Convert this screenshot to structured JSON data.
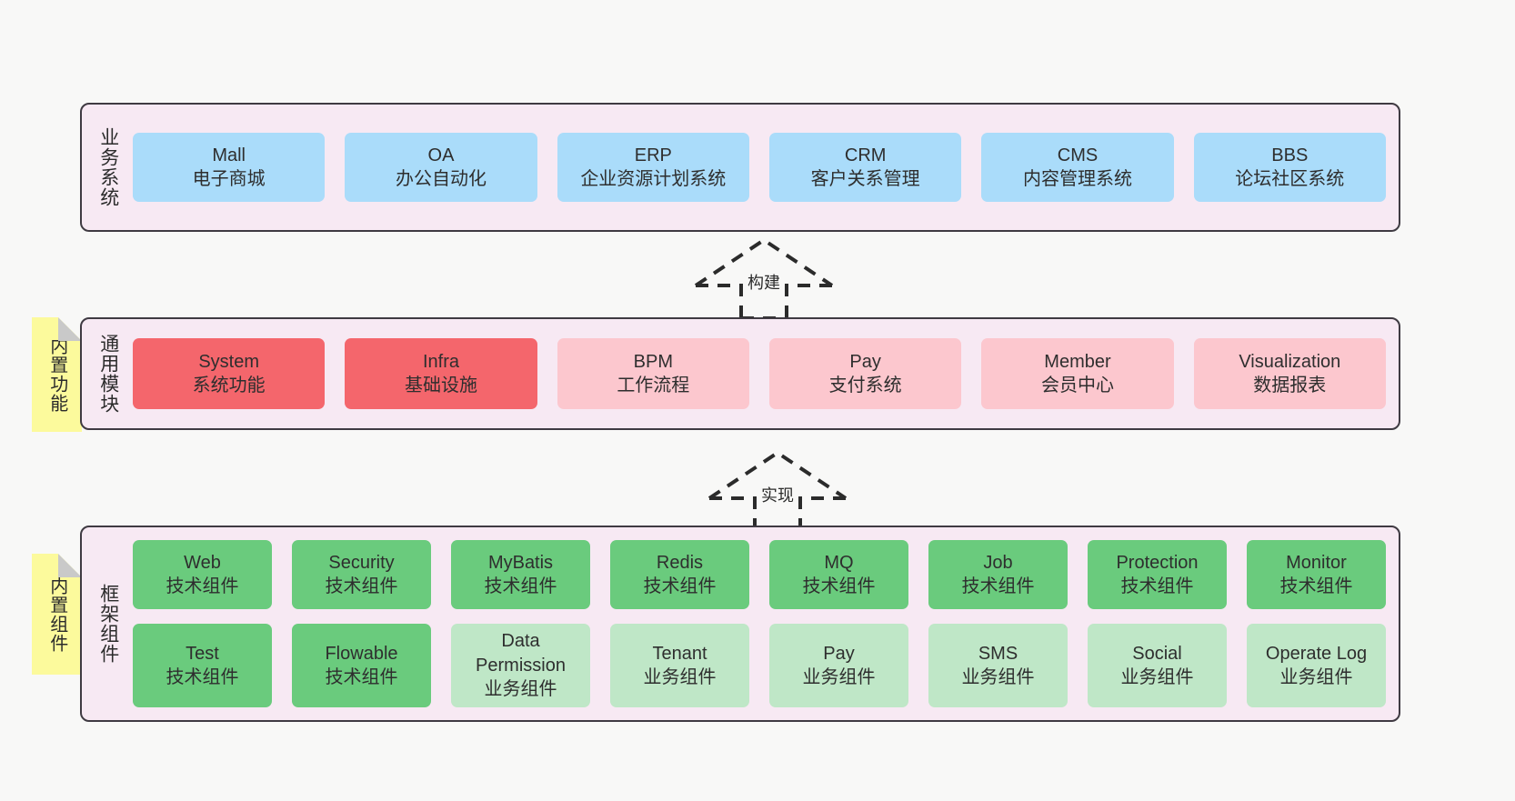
{
  "canvas": {
    "background": "#f8f8f7",
    "panel_fill": "#f7e9f3",
    "panel_border": "#3f3a42",
    "note_fill": "#fcfa9c"
  },
  "layers": [
    {
      "id": "business",
      "title": "业务系统",
      "rows": [
        {
          "cells": [
            {
              "en": "Mall",
              "cn": "电子商城",
              "color": "#aadcfa",
              "style": "c-blue"
            },
            {
              "en": "OA",
              "cn": "办公自动化",
              "color": "#aadcfa",
              "style": "c-blue"
            },
            {
              "en": "ERP",
              "cn": "企业资源计划系统",
              "color": "#aadcfa",
              "style": "c-blue"
            },
            {
              "en": "CRM",
              "cn": "客户关系管理",
              "color": "#aadcfa",
              "style": "c-blue"
            },
            {
              "en": "CMS",
              "cn": "内容管理系统",
              "color": "#aadcfa",
              "style": "c-blue"
            },
            {
              "en": "BBS",
              "cn": "论坛社区系统",
              "color": "#aadcfa",
              "style": "c-blue"
            }
          ]
        }
      ]
    },
    {
      "id": "common",
      "title": "通用模块",
      "note": "内置功能",
      "rows": [
        {
          "cells": [
            {
              "en": "System",
              "cn": "系统功能",
              "color": "#f4666c",
              "style": "c-red-strong"
            },
            {
              "en": "Infra",
              "cn": "基础设施",
              "color": "#f4666c",
              "style": "c-red-strong"
            },
            {
              "en": "BPM",
              "cn": "工作流程",
              "color": "#fcc7ce",
              "style": "c-red-soft"
            },
            {
              "en": "Pay",
              "cn": "支付系统",
              "color": "#fcc7ce",
              "style": "c-red-soft"
            },
            {
              "en": "Member",
              "cn": "会员中心",
              "color": "#fcc7ce",
              "style": "c-red-soft"
            },
            {
              "en": "Visualization",
              "cn": "数据报表",
              "color": "#fcc7ce",
              "style": "c-red-soft"
            }
          ]
        }
      ]
    },
    {
      "id": "framework",
      "title": "框架组件",
      "note": "内置组件",
      "rows": [
        {
          "cells": [
            {
              "en": "Web",
              "cn": "技术组件",
              "color": "#6acb7d",
              "style": "c-green-strong"
            },
            {
              "en": "Security",
              "cn": "技术组件",
              "color": "#6acb7d",
              "style": "c-green-strong"
            },
            {
              "en": "MyBatis",
              "cn": "技术组件",
              "color": "#6acb7d",
              "style": "c-green-strong"
            },
            {
              "en": "Redis",
              "cn": "技术组件",
              "color": "#6acb7d",
              "style": "c-green-strong"
            },
            {
              "en": "MQ",
              "cn": "技术组件",
              "color": "#6acb7d",
              "style": "c-green-strong"
            },
            {
              "en": "Job",
              "cn": "技术组件",
              "color": "#6acb7d",
              "style": "c-green-strong"
            },
            {
              "en": "Protection",
              "cn": "技术组件",
              "color": "#6acb7d",
              "style": "c-green-strong"
            },
            {
              "en": "Monitor",
              "cn": "技术组件",
              "color": "#6acb7d",
              "style": "c-green-strong"
            }
          ]
        },
        {
          "cells": [
            {
              "en": "Test",
              "cn": "技术组件",
              "color": "#6acb7d",
              "style": "c-green-strong"
            },
            {
              "en": "Flowable",
              "cn": "技术组件",
              "color": "#6acb7d",
              "style": "c-green-strong"
            },
            {
              "en": "Data Permission",
              "cn": "业务组件",
              "color": "#bfe7c7",
              "style": "c-green-soft",
              "wrap": true
            },
            {
              "en": "Tenant",
              "cn": "业务组件",
              "color": "#bfe7c7",
              "style": "c-green-soft"
            },
            {
              "en": "Pay",
              "cn": "业务组件",
              "color": "#bfe7c7",
              "style": "c-green-soft"
            },
            {
              "en": "SMS",
              "cn": "业务组件",
              "color": "#bfe7c7",
              "style": "c-green-soft"
            },
            {
              "en": "Social",
              "cn": "业务组件",
              "color": "#bfe7c7",
              "style": "c-green-soft"
            },
            {
              "en": "Operate Log",
              "cn": "业务组件",
              "color": "#bfe7c7",
              "style": "c-green-soft"
            }
          ]
        }
      ]
    }
  ],
  "connectors": [
    {
      "id": "build",
      "label": "构建",
      "from": "common",
      "to": "business"
    },
    {
      "id": "impl",
      "label": "实现",
      "from": "framework",
      "to": "common"
    }
  ]
}
